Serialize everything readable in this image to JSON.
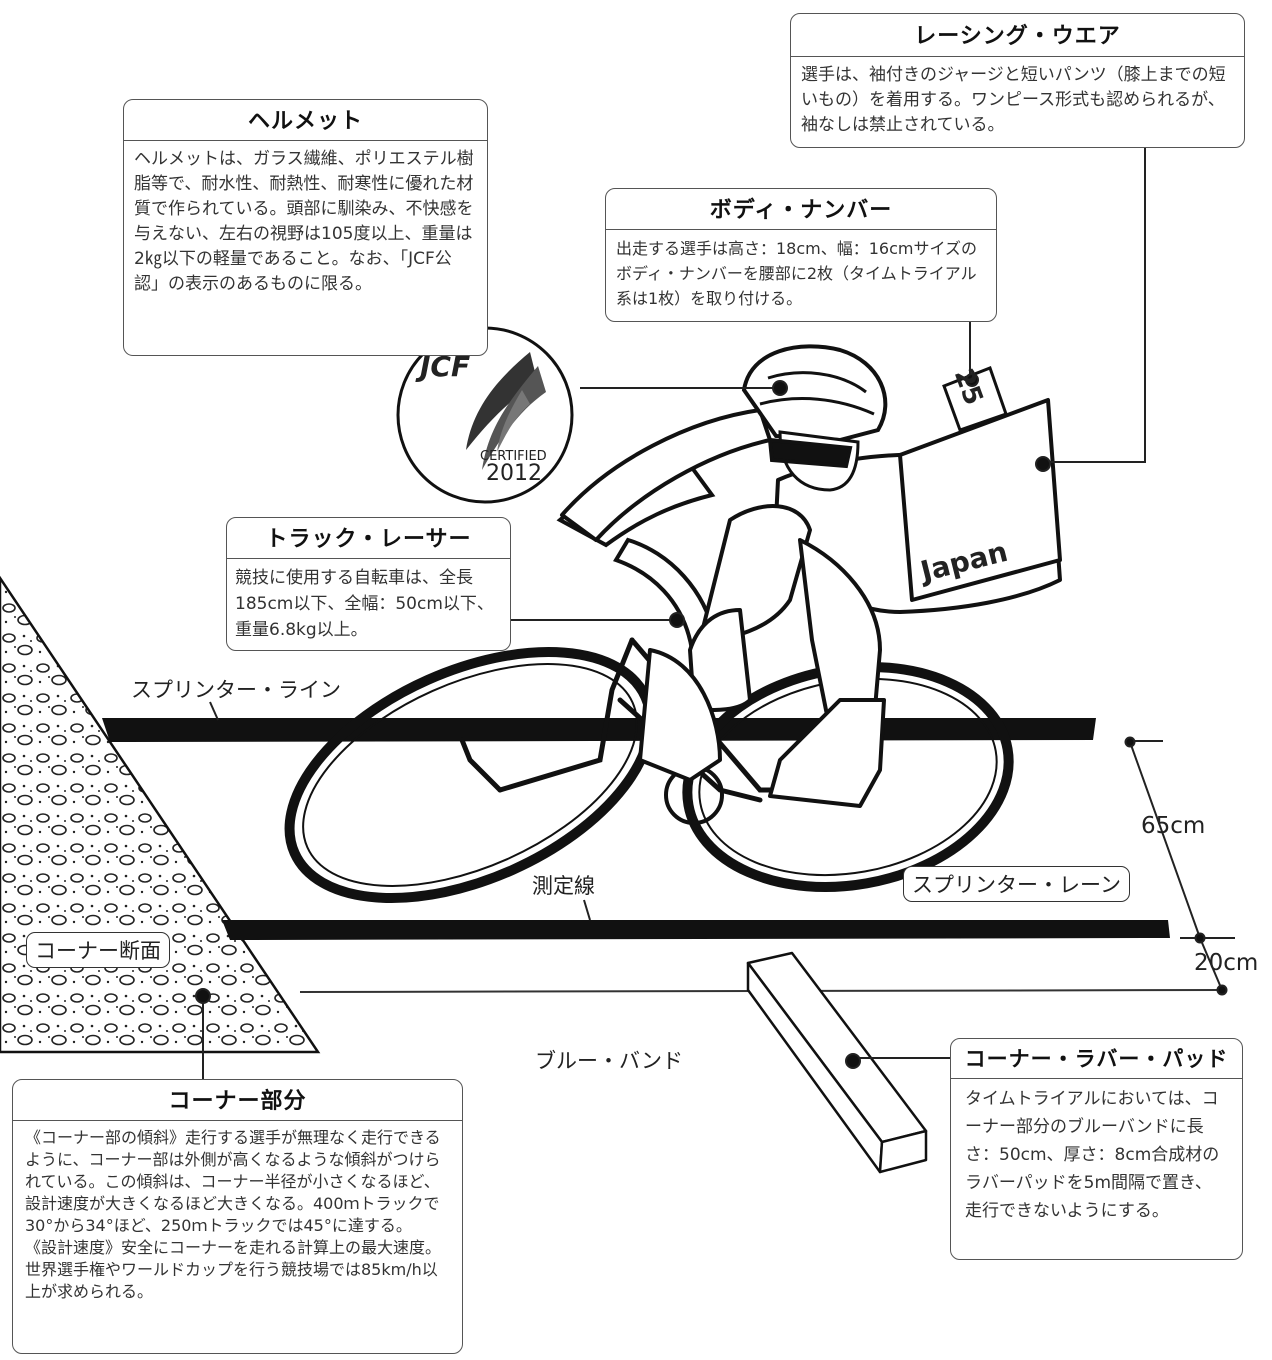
{
  "boxes": {
    "racing_wear": {
      "title": "レーシング・ウエア",
      "body": "選手は、袖付きのジャージと短いパンツ（膝上までの短いもの）を着用する。ワンピース形式も認められるが、袖なしは禁止されている。"
    },
    "helmet": {
      "title": "ヘルメット",
      "body": "ヘルメットは、ガラス繊維、ポリエステル樹脂等で、耐水性、耐熱性、耐寒性に優れた材質で作られている。頭部に馴染み、不快感を与えない、左右の視野は105度以上、重量は2㎏以下の軽量であること。なお、「JCF公認」の表示のあるものに限る。"
    },
    "body_number": {
      "title": "ボディ・ナンバー",
      "body": "出走する選手は高さ：18cm、幅：16cmサイズのボディ・ナンバーを腰部に2枚（タイムトライアル系は1枚）を取り付ける。"
    },
    "track_racer": {
      "title": "トラック・レーサー",
      "body": "競技に使用する自転車は、全長185cm以下、全幅：50cm以下、重量6.8kg以上。"
    },
    "corner_part": {
      "title": "コーナー部分",
      "body": "《コーナー部の傾斜》走行する選手が無理なく走行できるように、コーナー部は外側が高くなるような傾斜がつけられている。この傾斜は、コーナー半径が小さくなるほど、設計速度が大きくなるほど大きくなる。400ｍトラックで30°から34°ほど、250ｍトラックでは45°に達する。\n《設計速度》安全にコーナーを走れる計算上の最大速度。世界選手権やワールドカップを行う競技場では85km/h以上が求められる。"
    },
    "rubber_pad": {
      "title": "コーナー・ラバー・パッド",
      "body": "タイムトライアルにおいては、コーナー部分のブルーバンドに長さ：50cm、厚さ：8cm合成材のラバーパッドを5m間隔で置き、走行できないようにする。"
    }
  },
  "labels": {
    "sprinter_line": "スプリンター・ライン",
    "measure_line": "測定線",
    "sprinter_lane": "スプリンター・レーン",
    "corner_section": "コーナー断面",
    "blue_band": "ブルー・バンド",
    "dim_65": "65cm",
    "dim_20": "20cm"
  },
  "logo": {
    "brand": "JCF",
    "certified": "CERTIFIED",
    "year": "2012"
  },
  "rider": {
    "bib_number": "25",
    "team": "Japan"
  }
}
